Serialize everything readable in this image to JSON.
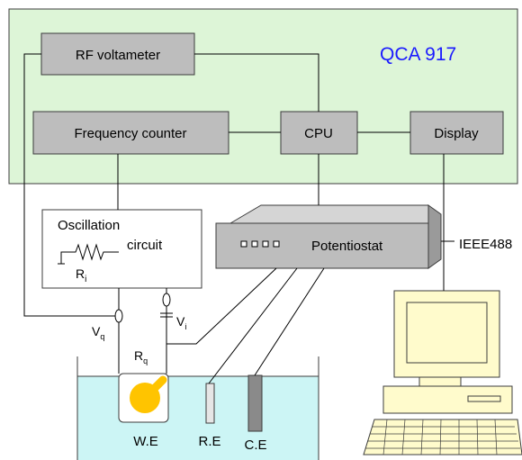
{
  "instrument": {
    "name": "QCA 917",
    "name_color": "#1a1aff",
    "panel_color": "#ddf5d7",
    "box_color": "#bdbdbd",
    "blocks": {
      "rf_voltameter": "RF voltameter",
      "frequency_counter": "Frequency counter",
      "cpu": "CPU",
      "display": "Display"
    }
  },
  "oscillation_circuit": {
    "label_line1": "Oscillation",
    "label_line2": "circuit",
    "resistor_label": "R",
    "resistor_sub": "i",
    "resistor_icon": "resistor-symbol"
  },
  "potentiostat": {
    "label": "Potentiostat",
    "icon": "potentiostat-box",
    "color": "#bdbdbd"
  },
  "interface": {
    "bus_label": "IEEE488"
  },
  "computer": {
    "icon": "desktop-computer-icon",
    "color": "#fffbcc"
  },
  "signals": {
    "vq": "V",
    "vq_sub": "q",
    "vi": "V",
    "vi_sub": "i",
    "rq": "R",
    "rq_sub": "q"
  },
  "cell": {
    "solution_color": "#ccf5f5",
    "electrodes": {
      "working": "W.E",
      "reference": "R.E",
      "counter": "C.E"
    },
    "crystal_color": "#ffc400"
  }
}
